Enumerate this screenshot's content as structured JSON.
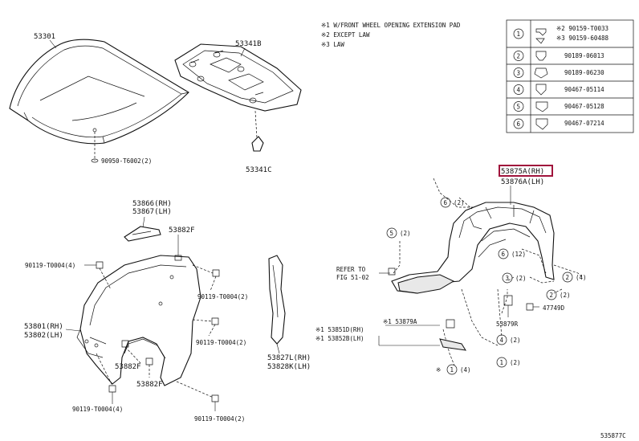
{
  "notes": {
    "line1": "※1 W/FRONT WHEEL OPENING EXTENSION PAD",
    "line2": "※2 EXCEPT LAW",
    "line3": "※3 LAW"
  },
  "legend": [
    {
      "num": "1",
      "codes": [
        "※2 90159-T0033",
        "※3 90159-60488"
      ]
    },
    {
      "num": "2",
      "codes": [
        "90189-06013"
      ]
    },
    {
      "num": "3",
      "codes": [
        "90189-06230"
      ]
    },
    {
      "num": "4",
      "codes": [
        "90467-05114"
      ]
    },
    {
      "num": "5",
      "codes": [
        "90467-05128"
      ]
    },
    {
      "num": "6",
      "codes": [
        "90467-07214"
      ]
    }
  ],
  "labels": {
    "hood": "53301",
    "hood_clip": "90950-T6002(2)",
    "insulator": "53341B",
    "insulator_clip": "53341C",
    "liner_rh": "53875A(RH)",
    "liner_lh": "53876A(LH)",
    "bracket_rh": "53866(RH)",
    "bracket_lh": "53867(LH)",
    "fender_f_upper": "53882F",
    "screw_left": "90119-T0004(4)",
    "screw_mid_a": "90119-T0004(2)",
    "fender_rh": "53801(RH)",
    "fender_lh": "53802(LH)",
    "screw_mid_b": "90119-T0004(2)",
    "fender_f_mid": "53882F",
    "fender_f_lower": "53882F",
    "screw_bottom_l": "90119-T0004(4)",
    "screw_bottom_r": "90119-T0004(2)",
    "seal_rh": "53827L(RH)",
    "seal_lh": "53828K(LH)",
    "ref_line1": "REFER TO",
    "ref_line2": "FIG 51-02",
    "pad_a": "※1 53879A",
    "pad_rh": "※1 53851D(RH)",
    "pad_lh": "※1 53852B(LH)",
    "pad_r": "53879R",
    "nut": "47749D",
    "callout_6_top": "6",
    "callout_6_top_qty": "(2)",
    "callout_5": "5",
    "callout_5_qty": "(2)",
    "callout_6_mid": "6",
    "callout_6_mid_qty": "(12)",
    "callout_3": "3",
    "callout_3_qty": "(2)",
    "callout_2a": "2",
    "callout_2a_qty": "(2)",
    "callout_2b": "2",
    "callout_2b_qty": "(4)",
    "callout_4": "4",
    "callout_4_qty": "(2)",
    "callout_1a": "1",
    "callout_1a_qty": "(2)",
    "callout_1b_prefix": "※",
    "callout_1b": "1",
    "callout_1b_qty": "(4)",
    "figure_id": "535877C"
  },
  "highlight": {
    "part": "53875A(RH)",
    "color": "#a0143c"
  }
}
